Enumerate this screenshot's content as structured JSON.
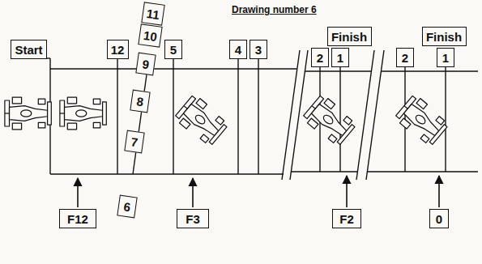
{
  "diagram": {
    "title": "Drawing number 6",
    "nodes": [
      {
        "text": [
          "Start"
        ]
      },
      {
        "text": [
          "12"
        ]
      },
      {
        "text": [
          "11"
        ]
      },
      {
        "text": [
          "10"
        ]
      },
      {
        "text": [
          "9"
        ]
      },
      {
        "text": [
          "8"
        ]
      },
      {
        "text": [
          "7"
        ]
      },
      {
        "text": [
          "6"
        ]
      },
      {
        "text": [
          "5"
        ]
      },
      {
        "text": [
          "4"
        ]
      },
      {
        "text": [
          "3"
        ]
      },
      {
        "text": [
          "Finish"
        ]
      },
      {
        "text": [
          "2"
        ]
      },
      {
        "text": [
          "1"
        ]
      },
      {
        "text": [
          "Finish"
        ]
      },
      {
        "text": [
          "2"
        ]
      },
      {
        "text": [
          "1"
        ]
      },
      {
        "text": [
          "F12"
        ]
      },
      {
        "text": [
          "F3"
        ]
      },
      {
        "text": [
          "F2"
        ]
      },
      {
        "text": [
          "0"
        ]
      }
    ]
  }
}
